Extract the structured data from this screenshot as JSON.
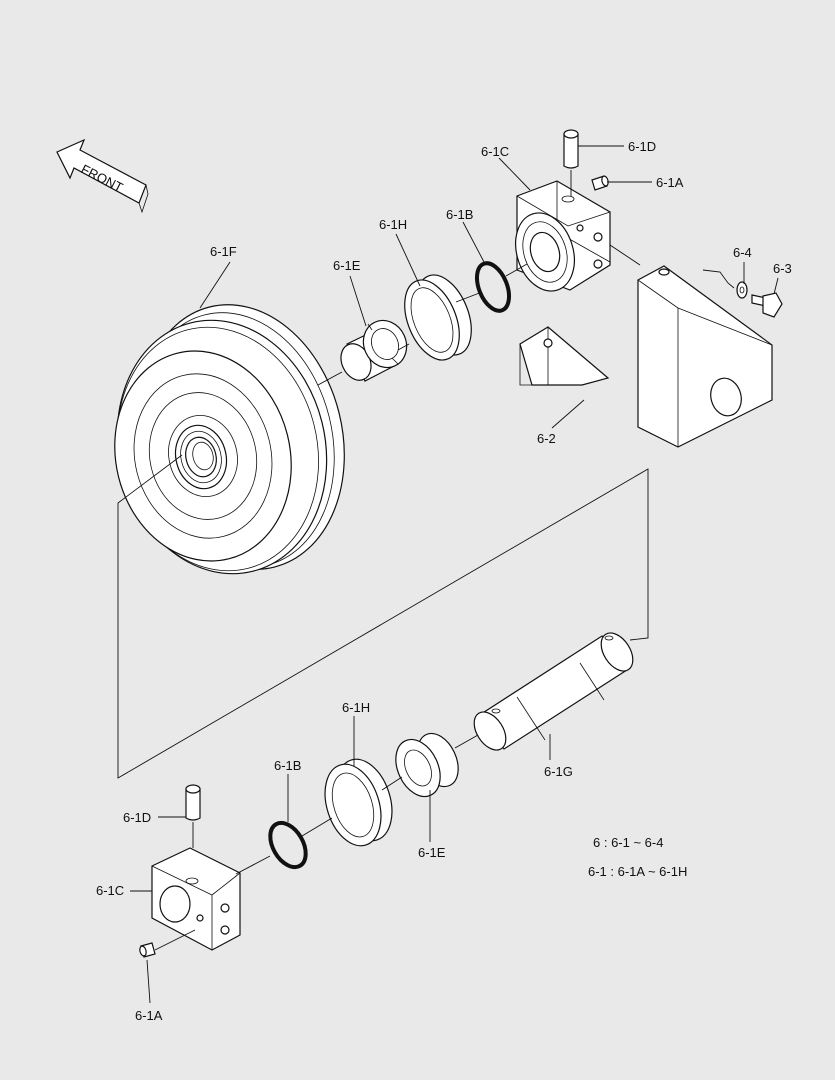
{
  "front_label": "FRONT",
  "callouts": {
    "c_1d_top": "6-1D",
    "c_1a_top": "6-1A",
    "c_1c_top": "6-1C",
    "c_1b_top": "6-1B",
    "c_1h_top": "6-1H",
    "c_1e_top": "6-1E",
    "c_1f": "6-1F",
    "c_64": "6-4",
    "c_63": "6-3",
    "c_62": "6-2",
    "c_1h_bot": "6-1H",
    "c_1b_bot": "6-1B",
    "c_1g": "6-1G",
    "c_1d_bot": "6-1D",
    "c_1c_bot": "6-1C",
    "c_1e_bot": "6-1E",
    "c_1a_bot": "6-1A"
  },
  "notes": {
    "line1": "6 : 6-1 ~ 6-4",
    "line2": "6-1 : 6-1A ~ 6-1H"
  }
}
